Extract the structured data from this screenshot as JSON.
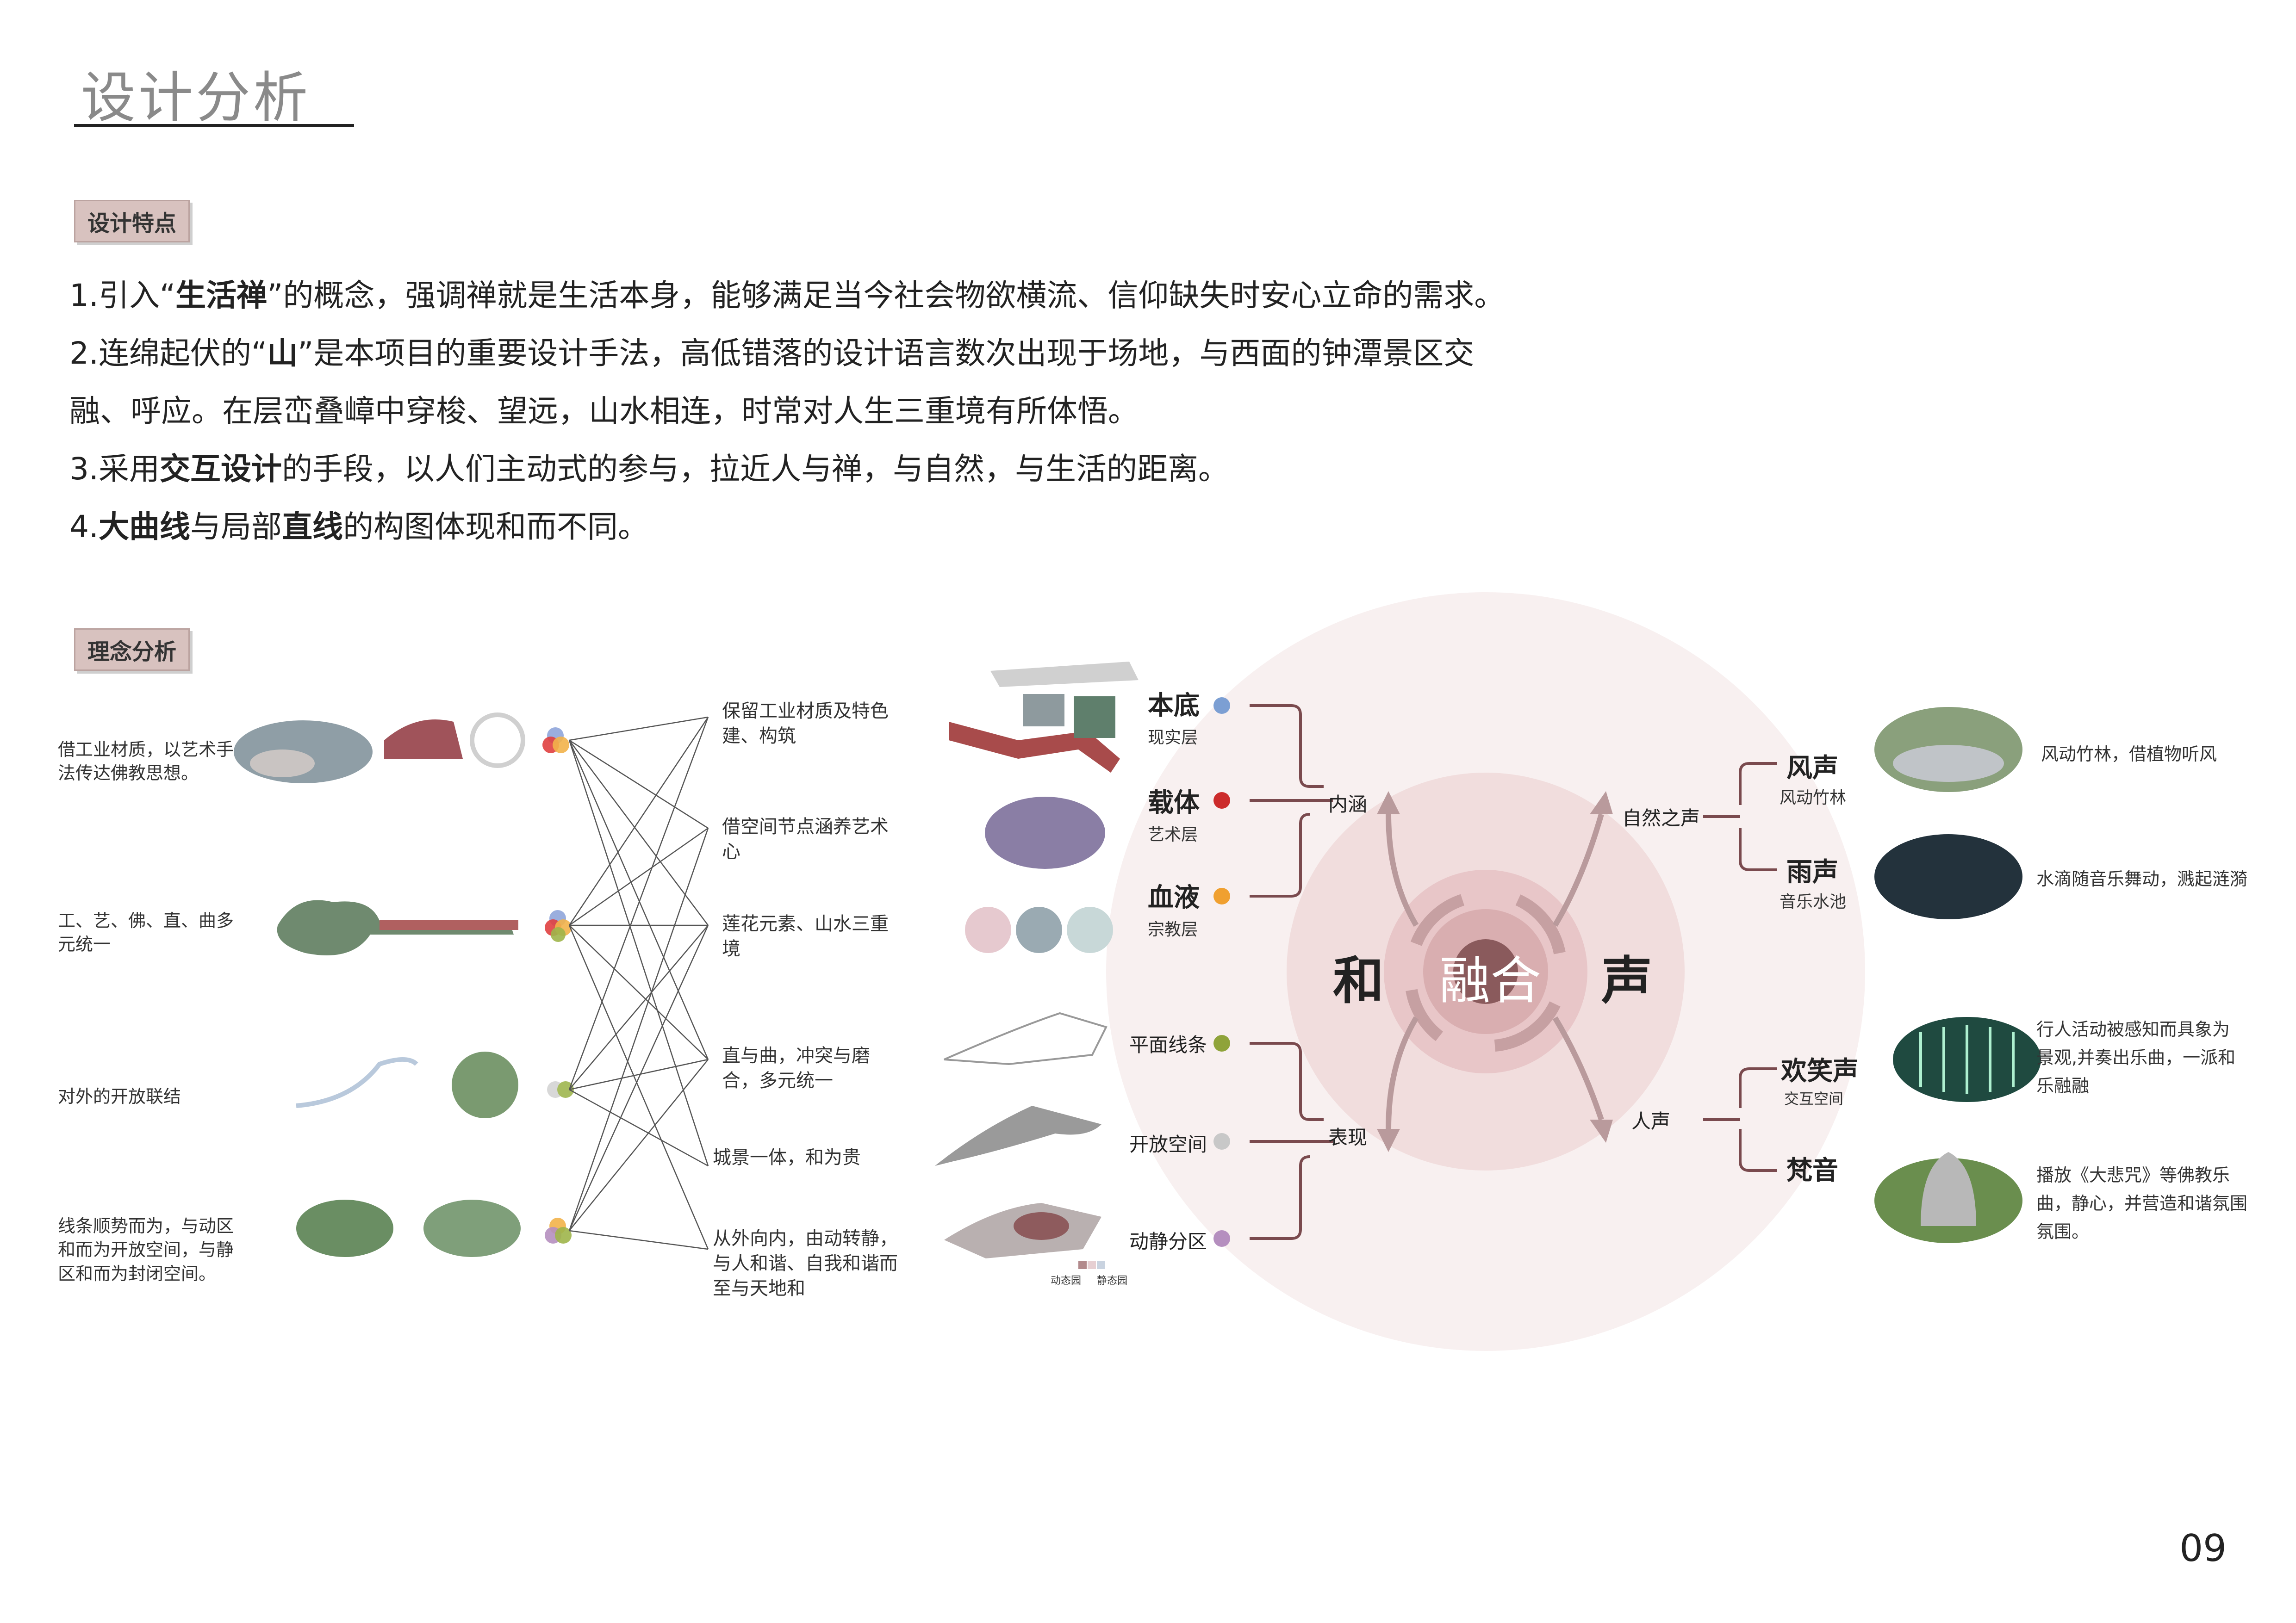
{
  "page": {
    "title": "设计分析",
    "number": "09"
  },
  "features": {
    "tag": "设计特点",
    "items": [
      {
        "a": "1.引入“",
        "b": "生活禅",
        "c": "”的概念，强调禅就是生活本身，能够满足当今社会物欲横流、信仰缺失时安心立命的需求。"
      },
      {
        "a": "2.连绵起伏的“",
        "b": "山",
        "c": "”是本项目的重要设计手法，高低错落的设计语言数次出现于场地，与西面的钟潭景区交"
      },
      {
        "a": "融、呼应。在层峦叠嶂中穿梭、望远，山水相连，时常对人生三重境有所体悟。"
      },
      {
        "a": "3.采用",
        "b": "交互设计",
        "c": "的手段，以人们主动式的参与，拉近人与禅，与自然，与生活的距离。"
      },
      {
        "a": "4.",
        "b": "大曲线",
        "c": "与局部",
        "d": "直线",
        "e": "的构图体现和而不同。"
      }
    ]
  },
  "concept": {
    "tag": "理念分析",
    "left_labels": [
      "借工业材质，以艺术手法传达佛教思想。",
      "工、艺、佛、直、曲多元统一",
      "对外的开放联结",
      "线条顺势而为，与动区和而为开放空间，与静区和而为封闭空间。"
    ],
    "middle_labels": [
      "保留工业材质及特色建、构筑",
      "借空间节点涵养艺术心",
      "莲花元素、山水三重境",
      "直与曲，冲突与磨合，多元统一",
      "城景一体，和为贵",
      "从外向内，由动转静，与人和谐、自我和谐而至与天地和"
    ],
    "layers": [
      {
        "title": "本底",
        "sub": "现实层",
        "color": "#7c9fd3"
      },
      {
        "title": "载体",
        "sub": "艺术层",
        "color": "#cc2b2b"
      },
      {
        "title": "血液",
        "sub": "宗教层",
        "color": "#f0a030"
      }
    ],
    "layer_group": "内涵",
    "forms": [
      {
        "title": "平面线条",
        "color": "#8fa33a"
      },
      {
        "title": "开放空间",
        "color": "#c8c8c8"
      },
      {
        "title": "动静分区",
        "color": "#b58fbf"
      }
    ],
    "form_group": "表现",
    "legend": {
      "dynamic": "动态园",
      "static": "静态园"
    },
    "center": {
      "left": "和",
      "middle": "融合",
      "right": "声"
    },
    "nature_group": "自然之声",
    "human_group": "人声",
    "sounds": [
      {
        "title": "风声",
        "sub": "风动竹林",
        "desc": "风动竹林，借植物听风"
      },
      {
        "title": "雨声",
        "sub": "音乐水池",
        "desc": "水滴随音乐舞动，溅起涟漪"
      },
      {
        "title": "欢笑声",
        "sub": "交互空间",
        "desc": "行人活动被感知而具象为景观,并奏出乐曲，一派和乐融融"
      },
      {
        "title": "梵音",
        "sub": "",
        "desc": "播放《大悲咒》等佛教乐曲，静心，并营造和谐氛围氛围。"
      }
    ]
  }
}
